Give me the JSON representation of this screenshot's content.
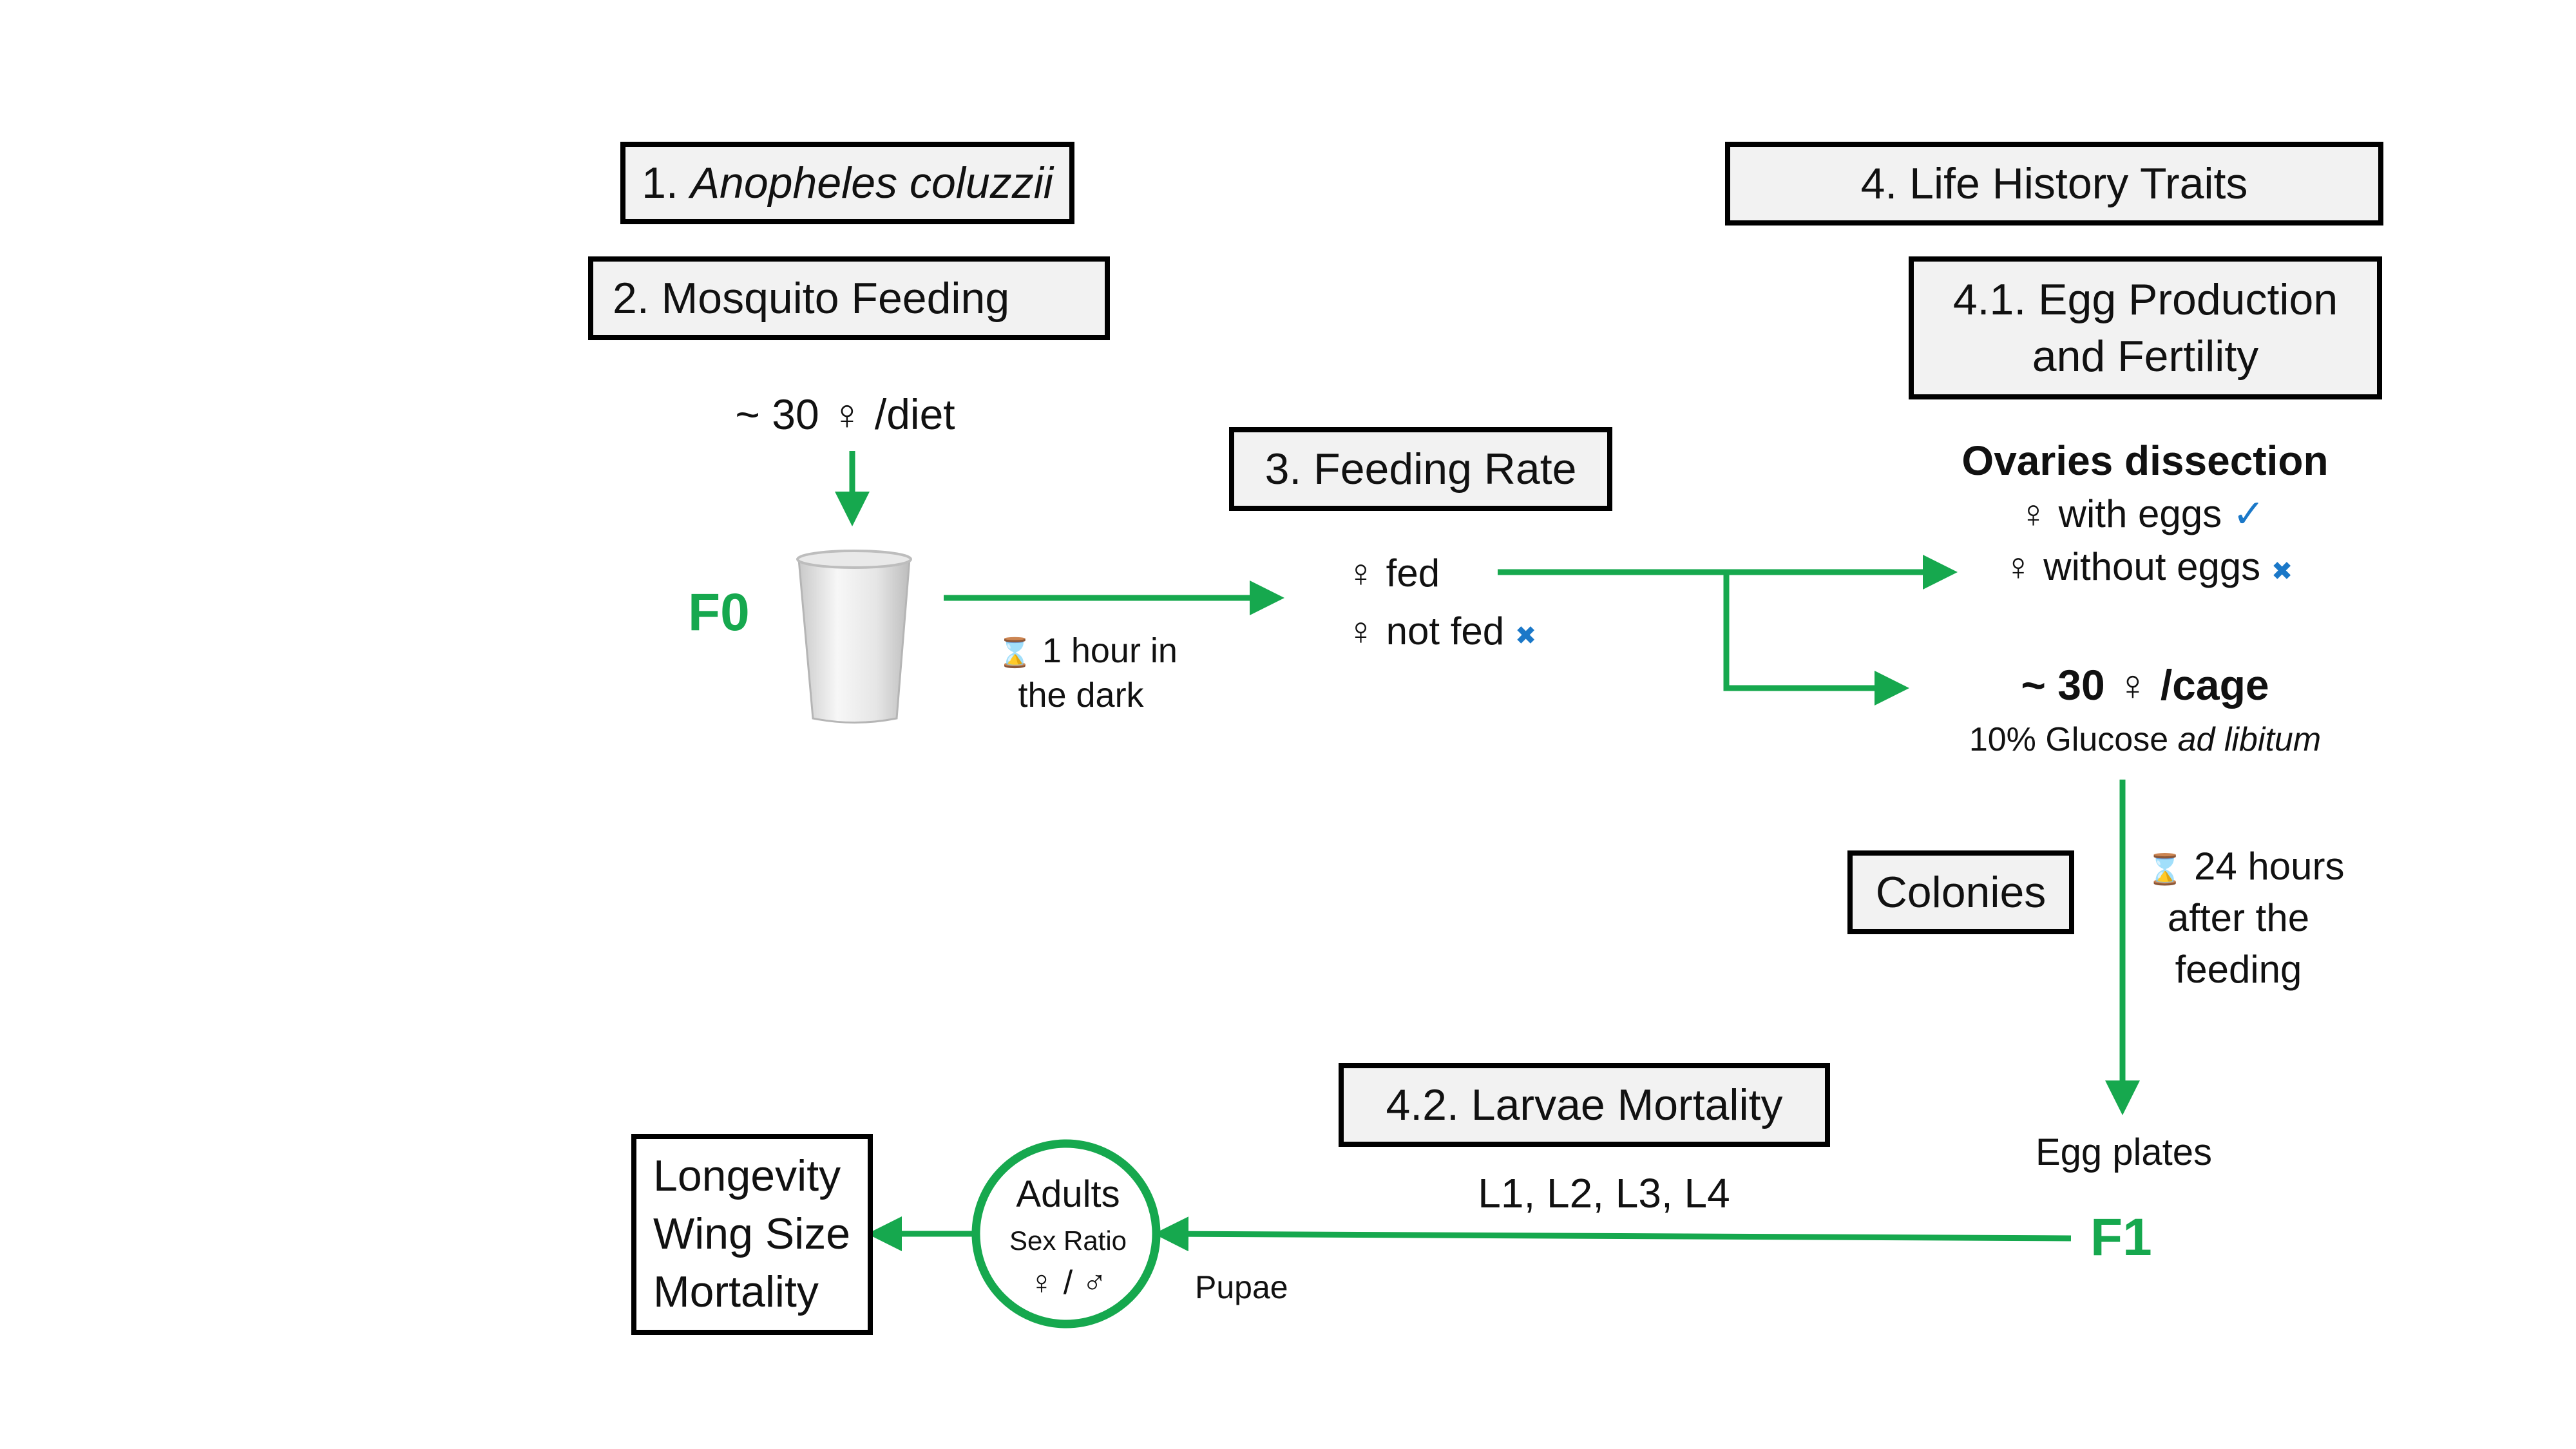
{
  "boxes": {
    "species_num": "1.",
    "species_name": "Anopheles coluzzii",
    "feeding": "2. Mosquito Feeding",
    "feeding_rate": "3. Feeding Rate",
    "life_history": "4. Life History  Traits",
    "egg_line1": "4.1. Egg Production",
    "egg_line2": "and Fertility",
    "colonies": "Colonies",
    "larvae": "4.2. Larvae Mortality",
    "longevity": "Longevity",
    "wing": "Wing Size",
    "mortality": "Mortality"
  },
  "labels": {
    "diet": "~ 30 ♀ /diet",
    "f0": "F0",
    "f1": "F1",
    "hour_line1": "1 hour in",
    "hour_line2": "the dark",
    "fed": "♀ fed",
    "not_fed": "♀ not fed",
    "ovaries": "Ovaries dissection",
    "with_eggs": "♀ with eggs",
    "without_eggs": "♀ without eggs",
    "cage": "~ 30 ♀ /cage",
    "glucose_prefix": "10% Glucose",
    "glucose_italic": "ad libitum",
    "hours24_line1": "24 hours",
    "hours24_line2": "after the",
    "hours24_line3": "feeding",
    "egg_plates": "Egg plates",
    "instars": "L1, L2, L3, L4",
    "pupae": "Pupae",
    "adults": "Adults",
    "sex_ratio": "Sex Ratio",
    "sex_symbols": "♀ / ♂"
  },
  "icons": {
    "hourglass": "⌛",
    "check": "✓",
    "cross": "✖"
  },
  "colors": {
    "arrow_green": "#16a84e",
    "icon_blue": "#1b78c8"
  }
}
